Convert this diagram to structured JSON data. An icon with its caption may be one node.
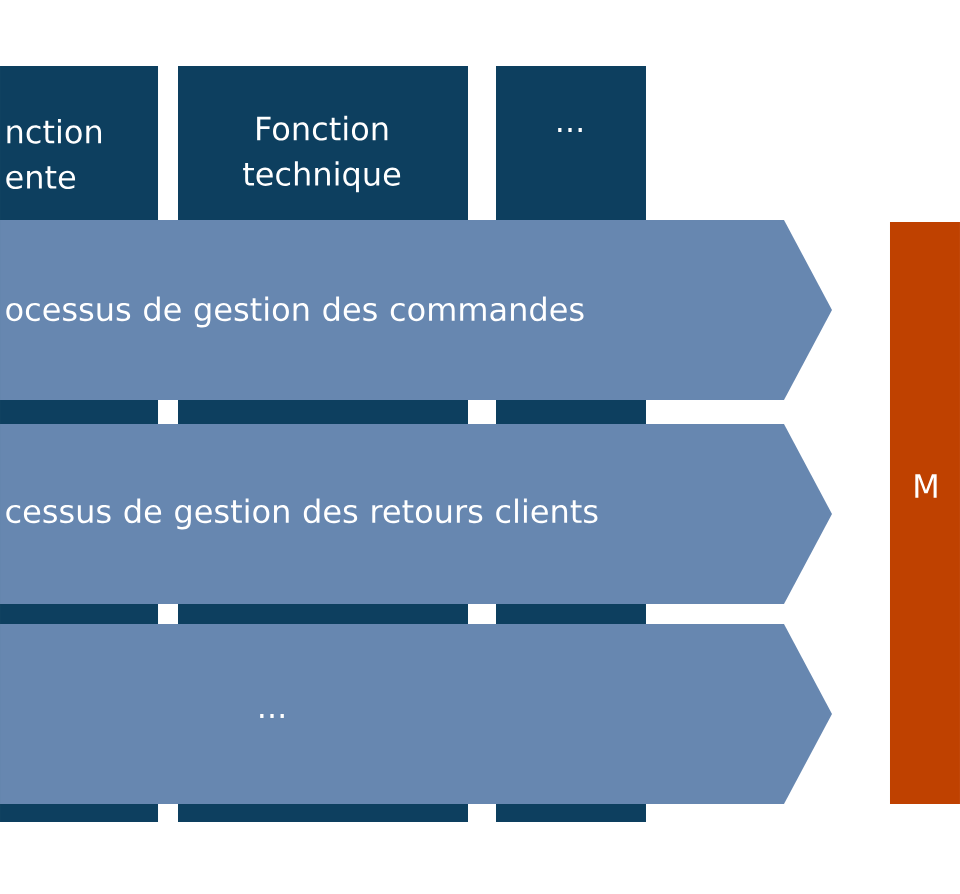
{
  "diagram": {
    "nodes": [
      {
        "text": [
          "nction ente"
        ]
      },
      {
        "text": [
          "Fonction technique"
        ]
      },
      {
        "text": [
          "..."
        ]
      },
      {
        "text": [
          "ocessus de gestion des commandes"
        ]
      },
      {
        "text": [
          "cessus de gestion des retours clients"
        ]
      },
      {
        "text": [
          "..."
        ]
      },
      {
        "text": [
          "M"
        ]
      }
    ]
  }
}
